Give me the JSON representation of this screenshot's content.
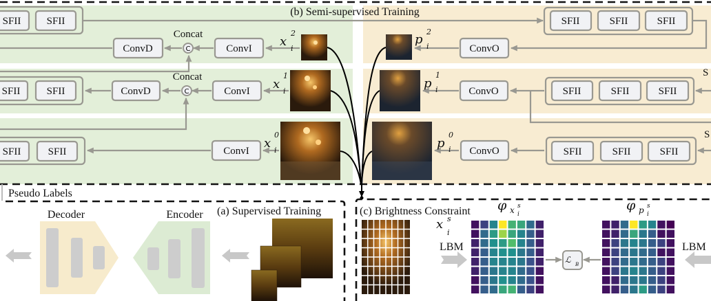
{
  "semi": {
    "title": "(b) Semi-supervised Training",
    "sfii": "SFII",
    "convd": "ConvD",
    "convi": "ConvI",
    "convo": "ConvO",
    "concat": "Concat",
    "concat_symbol": "C",
    "x_base": "x",
    "p_base": "p",
    "sub_i": "i",
    "levels": [
      "2",
      "1",
      "0"
    ],
    "clipped_s": "S"
  },
  "pseudo_labels": "Pseudo Labels",
  "supervised": {
    "title": "(a) Supervised Training",
    "decoder": "Decoder",
    "encoder": "Encoder"
  },
  "brightness": {
    "title": "(c) Brightness Constraint",
    "lbm": "LBM",
    "phi": "φ",
    "sup_s": "s",
    "loss": "ℒ",
    "loss_sub": "B"
  },
  "heatmaps": {
    "phi_x": [
      [
        0.05,
        0.2,
        0.45,
        1.0,
        0.65,
        0.6,
        0.35,
        0.1
      ],
      [
        0.05,
        0.35,
        0.55,
        0.85,
        0.6,
        0.45,
        0.3,
        0.1
      ],
      [
        0.1,
        0.35,
        0.5,
        0.55,
        0.7,
        0.45,
        0.3,
        0.1
      ],
      [
        0.1,
        0.3,
        0.45,
        0.5,
        0.5,
        0.4,
        0.3,
        0.1
      ],
      [
        0.1,
        0.3,
        0.45,
        0.45,
        0.45,
        0.4,
        0.25,
        0.1
      ],
      [
        0.1,
        0.3,
        0.4,
        0.45,
        0.45,
        0.35,
        0.25,
        0.05
      ],
      [
        0.05,
        0.3,
        0.4,
        0.5,
        0.45,
        0.35,
        0.25,
        0.05
      ],
      [
        0.05,
        0.3,
        0.35,
        0.6,
        0.65,
        0.3,
        0.2,
        0.05
      ]
    ],
    "phi_p": [
      [
        0.05,
        0.1,
        0.35,
        1.0,
        0.55,
        0.45,
        0.05,
        0.0
      ],
      [
        0.05,
        0.1,
        0.35,
        0.6,
        0.4,
        0.3,
        0.05,
        0.05
      ],
      [
        0.05,
        0.2,
        0.4,
        0.45,
        0.4,
        0.3,
        0.2,
        0.05
      ],
      [
        0.05,
        0.2,
        0.35,
        0.4,
        0.35,
        0.3,
        0.05,
        0.05
      ],
      [
        0.05,
        0.2,
        0.35,
        0.4,
        0.35,
        0.3,
        0.2,
        0.05
      ],
      [
        0.05,
        0.2,
        0.4,
        0.45,
        0.4,
        0.3,
        0.2,
        0.05
      ],
      [
        0.05,
        0.1,
        0.35,
        0.4,
        0.4,
        0.3,
        0.2,
        0.05
      ],
      [
        0.05,
        0.1,
        0.3,
        0.4,
        0.55,
        0.3,
        0.2,
        0.05
      ]
    ]
  },
  "colors": {
    "green_bg": "#e3efd9",
    "beige_bg": "#f8ecd2",
    "decoder_fill": "#f7ebcc",
    "encoder_fill": "#dcebd3",
    "arrow_gray": "#c8c8c8",
    "line_gray": "#999891"
  }
}
